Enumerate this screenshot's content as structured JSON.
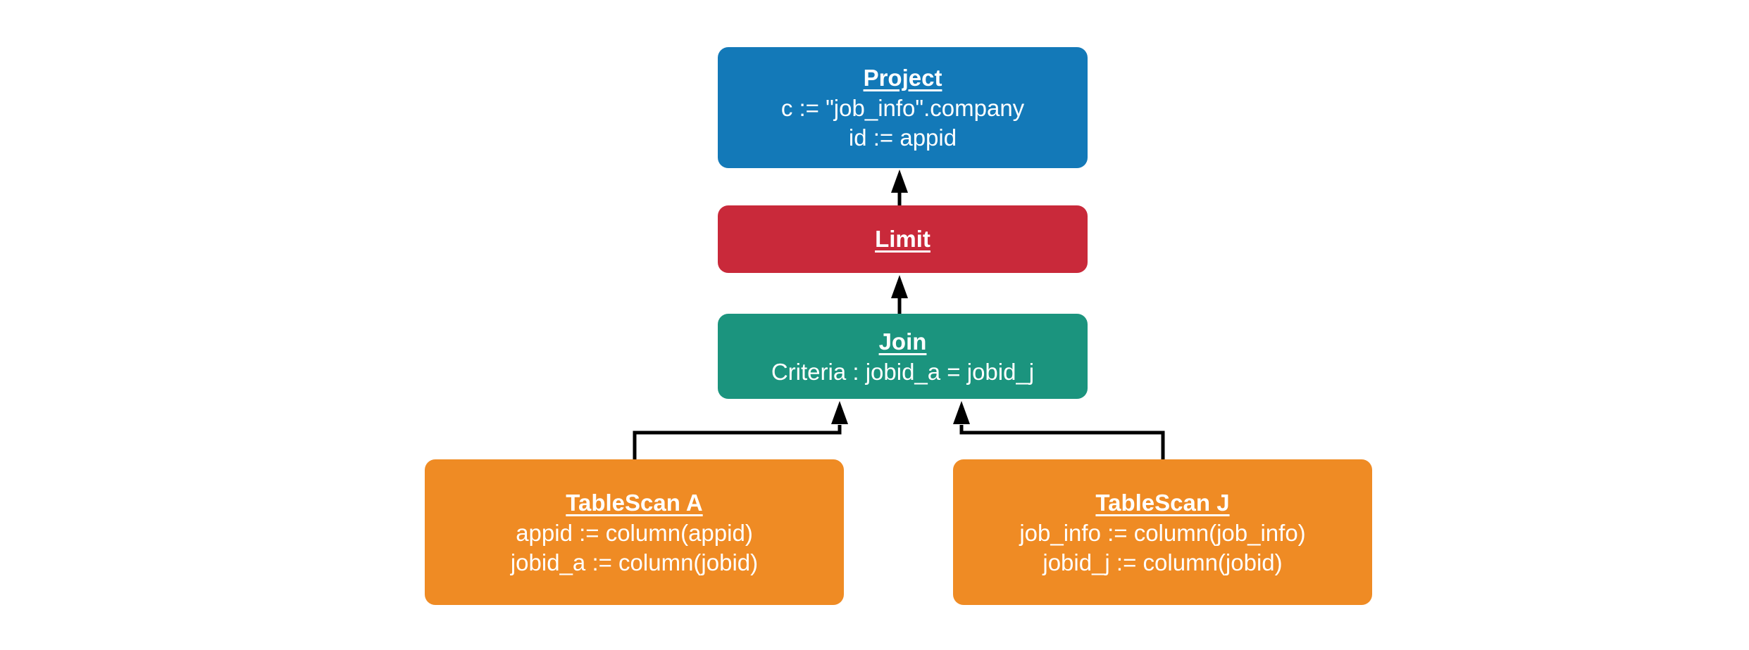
{
  "diagram": {
    "background_color": "#ffffff",
    "connector_color": "#000000",
    "nodes": {
      "project": {
        "title": "Project",
        "line1": "c := \"job_info\".company",
        "line2": "id := appid",
        "fill": "#1379B8"
      },
      "limit": {
        "title": "Limit",
        "fill": "#C9293A"
      },
      "join": {
        "title": "Join",
        "line1": "Criteria : jobid_a = jobid_j",
        "fill": "#1B947E"
      },
      "tablescan_a": {
        "title": "TableScan A",
        "line1": "appid := column(appid)",
        "line2": "jobid_a := column(jobid)",
        "fill": "#EF8B24"
      },
      "tablescan_j": {
        "title": "TableScan J",
        "line1": "job_info := column(job_info)",
        "line2": "jobid_j := column(jobid)",
        "fill": "#EF8B24"
      }
    },
    "edges": [
      {
        "from": "limit",
        "to": "project"
      },
      {
        "from": "join",
        "to": "limit"
      },
      {
        "from": "tablescan_a",
        "to": "join"
      },
      {
        "from": "tablescan_j",
        "to": "join"
      }
    ]
  }
}
